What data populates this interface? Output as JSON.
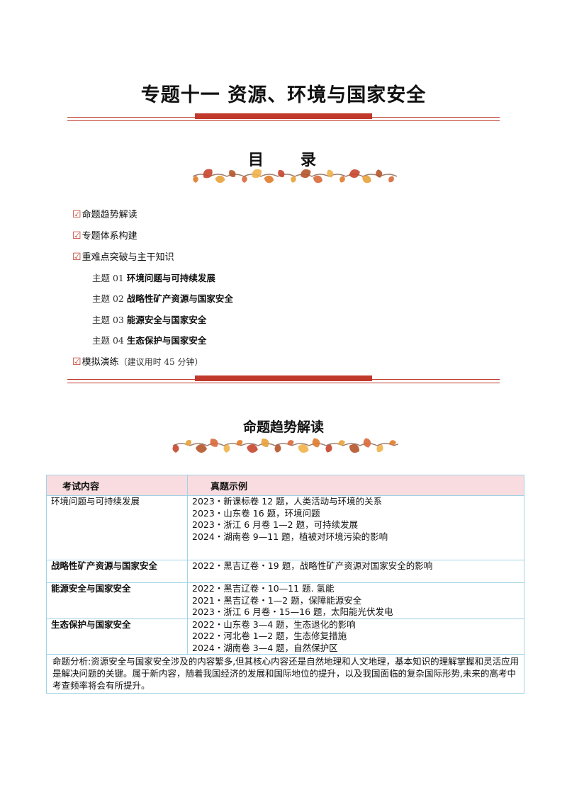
{
  "title": "专题十一  资源、环境与国家安全",
  "toc": {
    "heading_left": "目",
    "heading_right": "录",
    "checkmark": "☑",
    "items": [
      {
        "label": "命题趋势解读"
      },
      {
        "label": "专题体系构建"
      },
      {
        "label": "重难点突破与主干知识"
      }
    ],
    "subtopics": [
      {
        "prefix": "主题 01 ",
        "label": "环境问题与可持续发展"
      },
      {
        "prefix": "主题 02 ",
        "label": "战略性矿产资源与国家安全"
      },
      {
        "prefix": "主题 03 ",
        "label": "能源安全与国家安全"
      },
      {
        "prefix": "主题 04 ",
        "label": "生态保护与国家安全"
      }
    ],
    "practice": {
      "label": "模拟演练",
      "note": "（建议用时 45 分钟）"
    }
  },
  "section_heading": "命题趋势解读",
  "table": {
    "headers": [
      "考试内容",
      "真题示例"
    ],
    "rows": [
      {
        "topic": "环境问题与可持续发展",
        "exams": [
          "2023・新课标卷 12 题，人类活动与环境的关系",
          "2023・山东卷 16 题，环境问题",
          "2023・浙江 6 月卷 1—2 题，可持续发展",
          "2024・湖南卷 9—11 题，植被对环境污染的影响"
        ]
      },
      {
        "topic": "战略性矿产资源与国家安全",
        "exams": [
          "2022・黑吉辽卷・19 题，战略性矿产资源对国家安全的影响"
        ]
      },
      {
        "topic": "能源安全与国家安全",
        "exams": [
          "2022・黑吉辽卷・10—11 题. 氢能",
          "2021・黑吉辽卷・1—2 题，保障能源安全",
          "2023・浙江 6 月卷・15—16 题，太阳能光伏发电"
        ]
      },
      {
        "topic": "生态保护与国家安全",
        "exams": [
          "2022・山东卷 3—4 题，生态退化的影响",
          "2022・河北卷 1—2 题，生态修复措施",
          "2024・湖南卷 3—4 题，自然保护区"
        ]
      }
    ],
    "analysis": "命题分析:资源安全与国家安全涉及的内容繁多,但其核心内容还是自然地理和人文地理，基本知识的理解掌握和灵活应用是解决问题的关键。属于新内容，随着我国经济的发展和国际地位的提升，以及我国面临的复杂国际形势,未来的高考中考查频率将会有所提升。"
  },
  "colors": {
    "accent_red": "#c0392b",
    "table_border": "#9fd3e6",
    "header_bg": "#f8dcdf"
  }
}
